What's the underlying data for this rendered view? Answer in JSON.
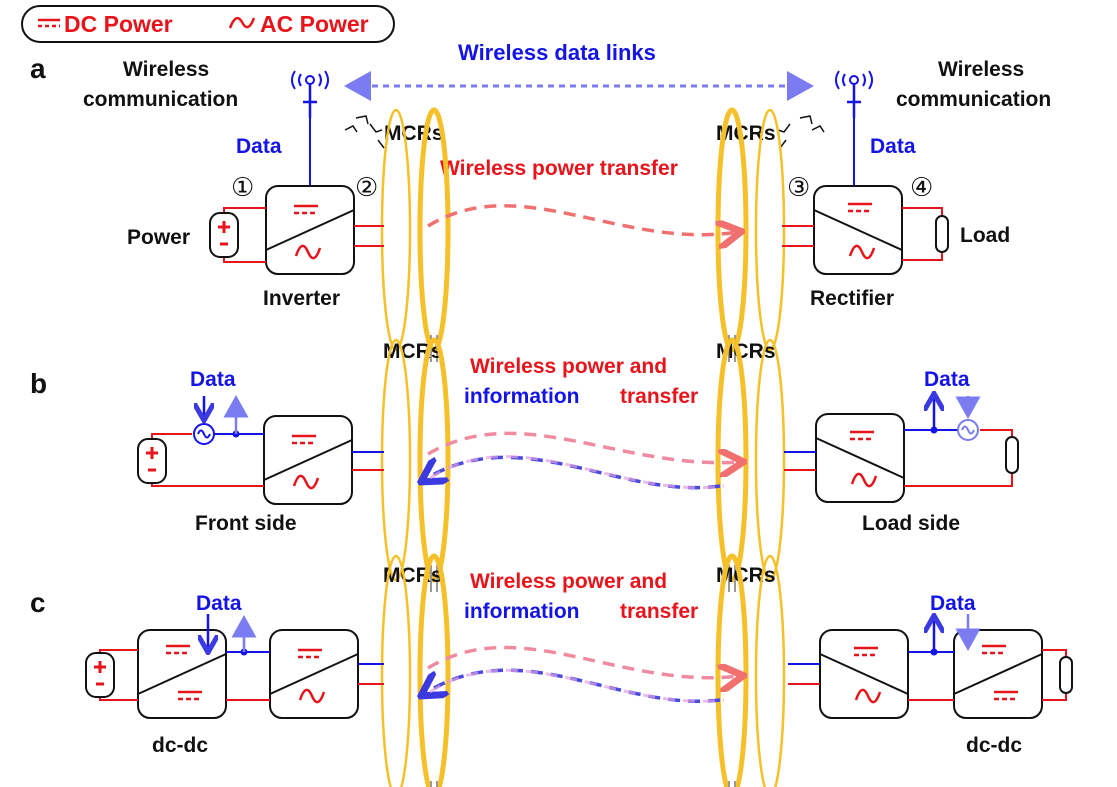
{
  "legend": {
    "dc": "DC Power",
    "ac": "AC Power"
  },
  "panel_a": {
    "label": "a",
    "wireless_data_links": "Wireless data links",
    "wireless_comm_left": [
      "Wireless",
      "communication"
    ],
    "wireless_comm_right": [
      "Wireless",
      "communication"
    ],
    "data_left": "Data",
    "data_right": "Data",
    "mcrs_left": "MCRs",
    "mcrs_right": "MCRs",
    "wireless_power_transfer": "Wireless power transfer",
    "power": "Power",
    "load": "Load",
    "inverter": "Inverter",
    "rectifier": "Rectifier",
    "markers": [
      "①",
      "②",
      "③",
      "④"
    ]
  },
  "panel_b": {
    "label": "b",
    "mcrs_left": "MCRs",
    "mcrs_right": "MCRs",
    "title_line1": "Wireless power and",
    "title_line2_blue": "information",
    "title_line2_red": "transfer",
    "data_left": "Data",
    "data_right": "Data",
    "front_side": "Front side",
    "load_side": "Load side"
  },
  "panel_c": {
    "label": "c",
    "mcrs_left": "MCRs",
    "mcrs_right": "MCRs",
    "title_line1": "Wireless power and",
    "title_line2_blue": "information",
    "title_line2_red": "transfer",
    "data_left": "Data",
    "data_right": "Data",
    "dcdc_left": "dc-dc",
    "dcdc_right": "dc-dc"
  },
  "colors": {
    "red": "#e8141c",
    "blue": "#1414e6",
    "light_blue": "#7b7bf2",
    "coil": "#f5c02a",
    "pink": "#f08080",
    "black": "#111111"
  },
  "icons": [
    "dc-symbol-icon",
    "ac-symbol-icon",
    "antenna-icon",
    "battery-icon",
    "resistor-load-icon",
    "ac-source-icon",
    "converter-box-icon",
    "coil-icon"
  ]
}
